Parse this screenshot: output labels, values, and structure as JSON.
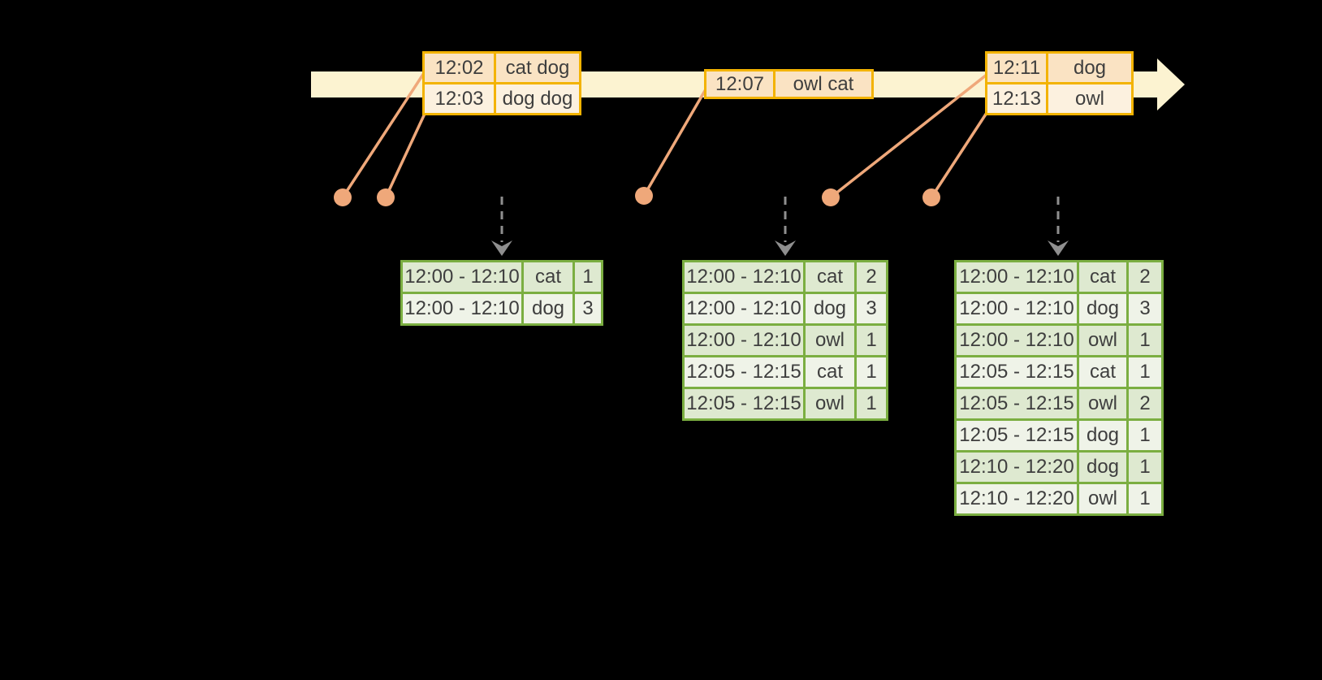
{
  "diagram": {
    "kind": "windowed-streaming-aggregation",
    "event_tables": [
      {
        "rows": [
          {
            "time": "12:02",
            "words": "cat dog"
          },
          {
            "time": "12:03",
            "words": "dog dog"
          }
        ]
      },
      {
        "rows": [
          {
            "time": "12:07",
            "words": "owl cat"
          }
        ]
      },
      {
        "rows": [
          {
            "time": "12:11",
            "words": "dog"
          },
          {
            "time": "12:13",
            "words": "owl"
          }
        ]
      }
    ],
    "result_tables": [
      {
        "rows": [
          [
            "12:00 - 12:10",
            "cat",
            "1"
          ],
          [
            "12:00 - 12:10",
            "dog",
            "3"
          ]
        ]
      },
      {
        "rows": [
          [
            "12:00 - 12:10",
            "cat",
            "2"
          ],
          [
            "12:00 - 12:10",
            "dog",
            "3"
          ],
          [
            "12:00 - 12:10",
            "owl",
            "1"
          ],
          [
            "12:05 - 12:15",
            "cat",
            "1"
          ],
          [
            "12:05 - 12:15",
            "owl",
            "1"
          ]
        ]
      },
      {
        "rows": [
          [
            "12:00 - 12:10",
            "cat",
            "2"
          ],
          [
            "12:00 - 12:10",
            "dog",
            "3"
          ],
          [
            "12:00 - 12:10",
            "owl",
            "1"
          ],
          [
            "12:05 - 12:15",
            "cat",
            "1"
          ],
          [
            "12:05 - 12:15",
            "owl",
            "2"
          ],
          [
            "12:05 - 12:15",
            "dog",
            "1"
          ],
          [
            "12:10 - 12:20",
            "dog",
            "1"
          ],
          [
            "12:10 - 12:20",
            "owl",
            "1"
          ]
        ]
      }
    ],
    "marker_counts": {
      "event_dots": 5,
      "trigger_arrows": 3
    }
  },
  "colors": {
    "background": "#000000",
    "band": "#FCF3D1",
    "gold": "#F3B301",
    "peachDark": "#FAE3C3",
    "peachLight": "#FCF1DF",
    "dot": "#EFA87A",
    "green": "#7BAE41",
    "greenDark": "#DEE9D0",
    "greenLight": "#EFF3E8",
    "gray": "#8F8F8F",
    "ink": "#3E3E3E"
  }
}
